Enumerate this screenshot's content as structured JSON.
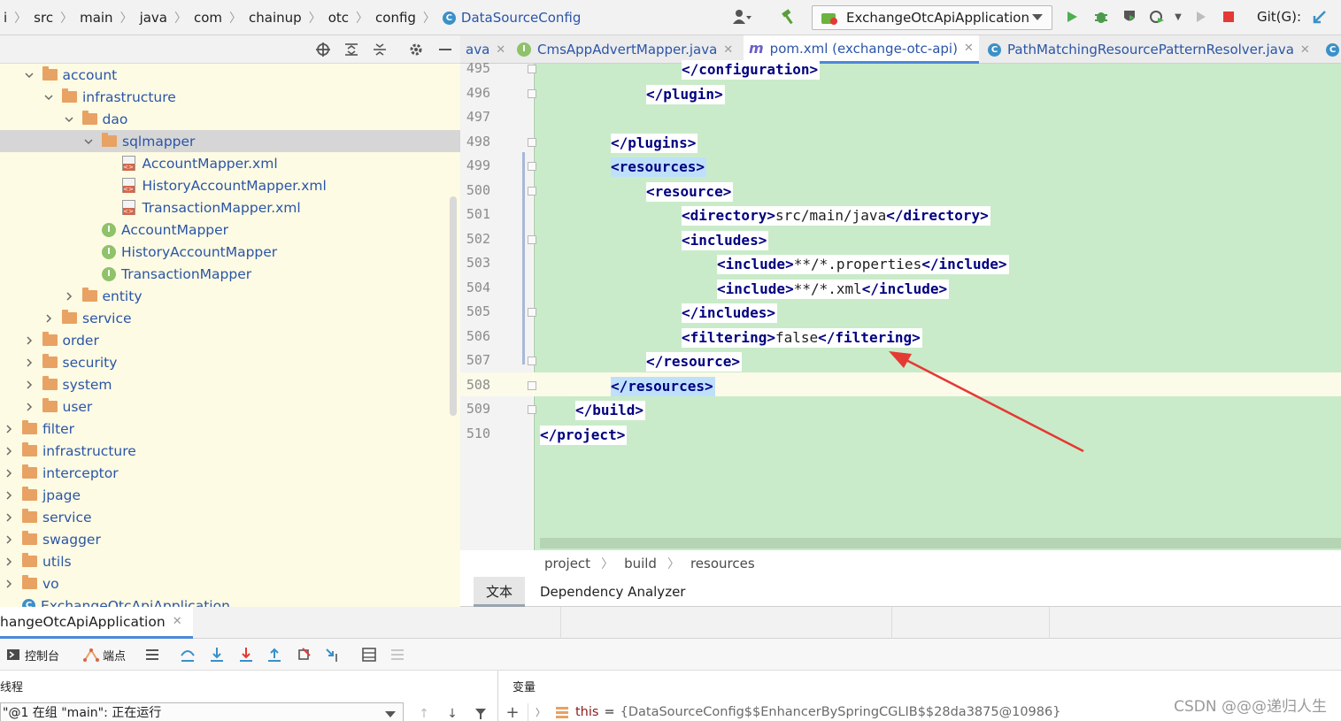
{
  "breadcrumb": {
    "items": [
      "i",
      "src",
      "main",
      "java",
      "com",
      "chainup",
      "otc",
      "config"
    ],
    "current": "DataSourceConfig"
  },
  "toolbar": {
    "run_config": "ExchangeOtcApiApplication",
    "git_label": "Git(G):"
  },
  "project_tree": {
    "rows": [
      {
        "label": "account",
        "level": 2,
        "kind": "folder",
        "state": "expanded"
      },
      {
        "label": "infrastructure",
        "level": 3,
        "kind": "folder",
        "state": "expanded"
      },
      {
        "label": "dao",
        "level": 4,
        "kind": "folder",
        "state": "expanded"
      },
      {
        "label": "sqlmapper",
        "level": 5,
        "kind": "folder",
        "state": "expanded",
        "selected": true
      },
      {
        "label": "AccountMapper.xml",
        "level": 6,
        "kind": "xml"
      },
      {
        "label": "HistoryAccountMapper.xml",
        "level": 6,
        "kind": "xml"
      },
      {
        "label": "TransactionMapper.xml",
        "level": 6,
        "kind": "xml"
      },
      {
        "label": "AccountMapper",
        "level": 5,
        "kind": "interface"
      },
      {
        "label": "HistoryAccountMapper",
        "level": 5,
        "kind": "interface"
      },
      {
        "label": "TransactionMapper",
        "level": 5,
        "kind": "interface"
      },
      {
        "label": "entity",
        "level": 4,
        "kind": "folder",
        "state": "collapsed"
      },
      {
        "label": "service",
        "level": 3,
        "kind": "folder",
        "state": "collapsed"
      },
      {
        "label": "order",
        "level": 2,
        "kind": "folder",
        "state": "collapsed"
      },
      {
        "label": "security",
        "level": 2,
        "kind": "folder",
        "state": "collapsed"
      },
      {
        "label": "system",
        "level": 2,
        "kind": "folder",
        "state": "collapsed"
      },
      {
        "label": "user",
        "level": 2,
        "kind": "folder",
        "state": "collapsed"
      },
      {
        "label": "filter",
        "level": 1,
        "kind": "folder",
        "state": "collapsed"
      },
      {
        "label": "infrastructure",
        "level": 1,
        "kind": "folder",
        "state": "collapsed"
      },
      {
        "label": "interceptor",
        "level": 1,
        "kind": "folder",
        "state": "collapsed"
      },
      {
        "label": "jpage",
        "level": 1,
        "kind": "folder",
        "state": "collapsed"
      },
      {
        "label": "service",
        "level": 1,
        "kind": "folder",
        "state": "collapsed"
      },
      {
        "label": "swagger",
        "level": 1,
        "kind": "folder",
        "state": "collapsed"
      },
      {
        "label": "utils",
        "level": 1,
        "kind": "folder",
        "state": "collapsed"
      },
      {
        "label": "vo",
        "level": 1,
        "kind": "folder",
        "state": "collapsed"
      },
      {
        "label": "ExchangeOtcApiApplication",
        "level": 1,
        "kind": "class"
      }
    ]
  },
  "editor_tabs": [
    {
      "label": "ava",
      "icon": "none",
      "active": false
    },
    {
      "label": "CmsAppAdvertMapper.java",
      "icon": "interface-icon",
      "active": false
    },
    {
      "label": "pom.xml (exchange-otc-api)",
      "icon": "maven-icon",
      "active": true
    },
    {
      "label": "PathMatchingResourcePatternResolver.java",
      "icon": "class-icon",
      "active": false
    }
  ],
  "code": {
    "lines": [
      {
        "num": "495",
        "indent": 4,
        "parts": [
          {
            "t": "tag",
            "v": "</configuration>"
          }
        ]
      },
      {
        "num": "496",
        "indent": 3,
        "parts": [
          {
            "t": "tag",
            "v": "</plugin>"
          }
        ]
      },
      {
        "num": "497",
        "indent": 0,
        "parts": []
      },
      {
        "num": "498",
        "indent": 2,
        "parts": [
          {
            "t": "tag",
            "v": "</plugins>"
          }
        ]
      },
      {
        "num": "499",
        "indent": 2,
        "hl": true,
        "parts": [
          {
            "t": "tag",
            "v": "<resources>"
          }
        ]
      },
      {
        "num": "500",
        "indent": 3,
        "parts": [
          {
            "t": "tag",
            "v": "<resource>"
          }
        ]
      },
      {
        "num": "501",
        "indent": 4,
        "parts": [
          {
            "t": "tag",
            "v": "<directory>"
          },
          {
            "t": "txt",
            "v": "src/main/java"
          },
          {
            "t": "tag",
            "v": "</directory>"
          }
        ]
      },
      {
        "num": "502",
        "indent": 4,
        "parts": [
          {
            "t": "tag",
            "v": "<includes>"
          }
        ]
      },
      {
        "num": "503",
        "indent": 5,
        "parts": [
          {
            "t": "tag",
            "v": "<include>"
          },
          {
            "t": "txt",
            "v": "**/*.properties"
          },
          {
            "t": "tag",
            "v": "</include>"
          }
        ]
      },
      {
        "num": "504",
        "indent": 5,
        "parts": [
          {
            "t": "tag",
            "v": "<include>"
          },
          {
            "t": "txt",
            "v": "**/*.xml"
          },
          {
            "t": "tag",
            "v": "</include>"
          }
        ]
      },
      {
        "num": "505",
        "indent": 4,
        "parts": [
          {
            "t": "tag",
            "v": "</includes>"
          }
        ]
      },
      {
        "num": "506",
        "indent": 4,
        "parts": [
          {
            "t": "tag",
            "v": "<filtering>"
          },
          {
            "t": "txt",
            "v": "false"
          },
          {
            "t": "tag",
            "v": "</filtering>"
          }
        ]
      },
      {
        "num": "507",
        "indent": 3,
        "parts": [
          {
            "t": "tag",
            "v": "</resource>"
          }
        ]
      },
      {
        "num": "508",
        "indent": 2,
        "hl": true,
        "parts": [
          {
            "t": "tag",
            "v": "</resources>"
          }
        ]
      },
      {
        "num": "509",
        "indent": 1,
        "parts": [
          {
            "t": "tag",
            "v": "</build>"
          }
        ]
      },
      {
        "num": "510",
        "indent": 0,
        "parts": [
          {
            "t": "tag",
            "v": "</project>"
          }
        ]
      }
    ]
  },
  "editor_breadcrumb": [
    "project",
    "build",
    "resources"
  ],
  "editor_bottom_tabs": [
    {
      "label": "文本",
      "active": true
    },
    {
      "label": "Dependency Analyzer",
      "active": false
    }
  ],
  "debug": {
    "tab_label": "hangeOtcApiApplication",
    "console_label": "控制台",
    "breakpoints_label": "端点",
    "threads_title": "线程",
    "thread_value": "\"@1 在组 \"main\": 正在运行",
    "variables_title": "变量",
    "var_name": "this",
    "var_eq": "=",
    "var_value": "{DataSourceConfig$$EnhancerBySpringCGLIB$$28da3875@10986}"
  },
  "watermark": "CSDN @@@递归人生",
  "colors": {
    "xml_tag": "#000080",
    "code_bg": "#c9ebc9",
    "tree_bg": "#fdfbe3",
    "annotation_arrow": "#e53935"
  }
}
